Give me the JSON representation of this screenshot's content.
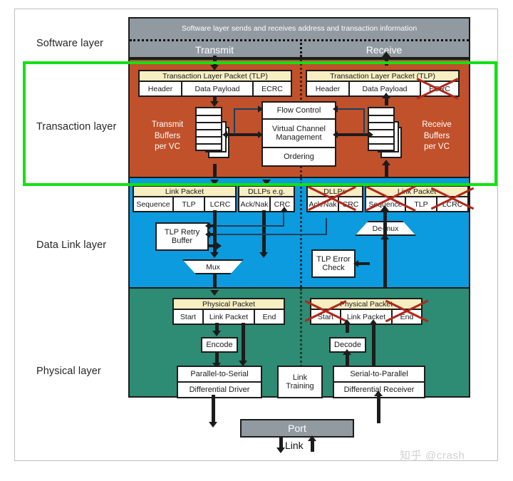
{
  "diagram": {
    "title": "PCI Express layered architecture",
    "colors": {
      "software_layer": "#9199a1",
      "transaction_layer": "#c0512b",
      "data_link_layer": "#0b9bde",
      "physical_layer": "#2e8b74",
      "packet_header": "#f7eec2",
      "highlight": "#14e014",
      "cross_out": "#b3261a"
    }
  },
  "layer_labels": [
    {
      "label": "Software layer"
    },
    {
      "label": "Transaction layer"
    },
    {
      "label": "Data Link layer"
    },
    {
      "label": "Physical layer"
    }
  ],
  "software_layer": {
    "banner": "Software layer sends and receives address and transaction information",
    "transmit": "Transmit",
    "receive": "Receive"
  },
  "transaction_layer": {
    "tx_packet": {
      "title": "Transaction Layer Packet (TLP)",
      "fields": [
        "Header",
        "Data Payload",
        "ECRC"
      ]
    },
    "rx_packet": {
      "title": "Transaction Layer Packet (TLP)",
      "fields": [
        "Header",
        "Data Payload",
        "ECRC"
      ]
    },
    "tx_buffers": "Transmit\nBuffers\nper VC",
    "tx_buffers_l1": "Transmit",
    "tx_buffers_l2": "Buffers",
    "tx_buffers_l3": "per VC",
    "rx_buffers_l1": "Receive",
    "rx_buffers_l2": "Buffers",
    "rx_buffers_l3": "per VC",
    "center_blocks": [
      "Flow Control",
      "Virtual Channel Management",
      "Ordering"
    ],
    "flow_control": "Flow Control",
    "vc_management_l1": "Virtual Channel",
    "vc_management_l2": "Management",
    "ordering": "Ordering"
  },
  "data_link_layer": {
    "tx_link_packet": {
      "title": "Link Packet",
      "fields": [
        "Sequence",
        "TLP",
        "LCRC"
      ]
    },
    "tx_dllp": {
      "title": "DLLPs e.g.",
      "fields": [
        "Ack/Nak",
        "CRC"
      ]
    },
    "rx_dllp": {
      "title": "DLLPs",
      "fields": [
        "Ack/Nak",
        "CRC"
      ]
    },
    "rx_link_packet": {
      "title": "Link Packet",
      "fields": [
        "Sequence",
        "TLP",
        "LCRC"
      ]
    },
    "retry_buffer_l1": "TLP Retry",
    "retry_buffer_l2": "Buffer",
    "mux": "Mux",
    "demux": "De-mux",
    "error_check_l1": "TLP Error",
    "error_check_l2": "Check"
  },
  "physical_layer": {
    "tx_packet": {
      "title": "Physical Packet",
      "fields": [
        "Start",
        "Link Packet",
        "End"
      ]
    },
    "rx_packet": {
      "title": "Physical Packet",
      "fields": [
        "Start",
        "Link Packet",
        "End"
      ]
    },
    "encode": "Encode",
    "decode": "Decode",
    "parallel_to_serial": "Parallel-to-Serial",
    "differential_driver": "Differential Driver",
    "serial_to_parallel": "Serial-to-Parallel",
    "differential_receiver": "Differential Receiver",
    "link_training_l1": "Link",
    "link_training_l2": "Training"
  },
  "port": {
    "label": "Port",
    "link_label": "Link"
  },
  "watermark": "知乎 @crash"
}
